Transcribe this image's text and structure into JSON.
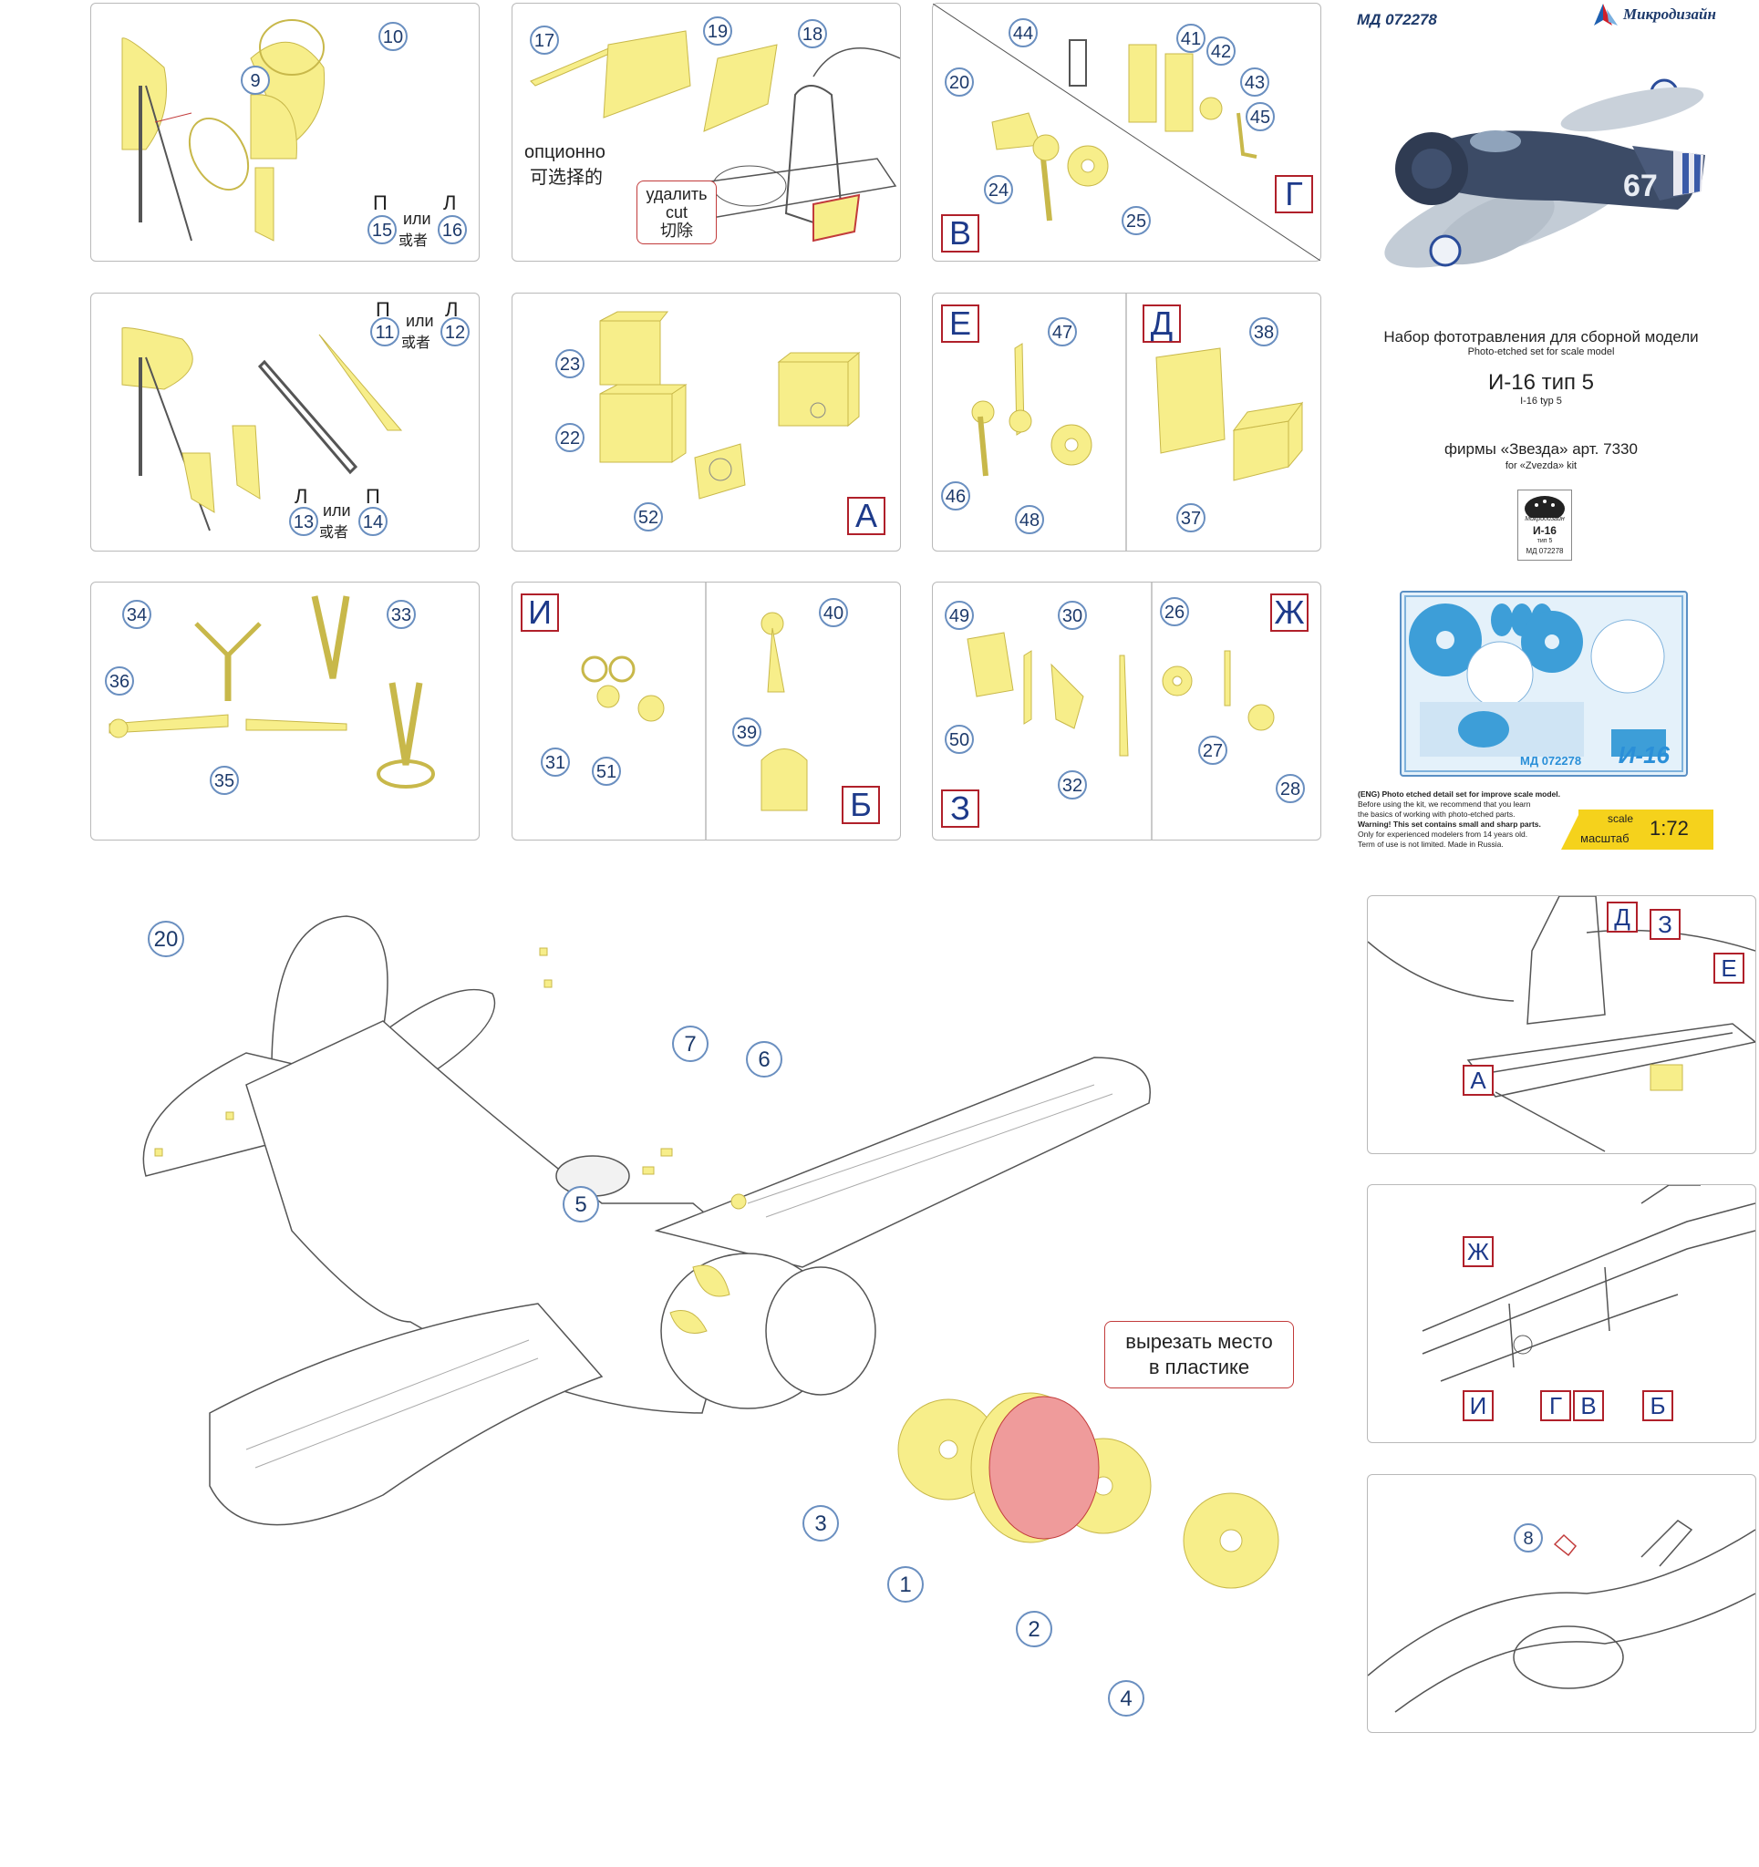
{
  "header": {
    "article": "МД 072278",
    "brand": "Микродизайн"
  },
  "product": {
    "title_ru": "Набор фототравления для сборной модели",
    "title_en": "Photo-etched set for scale model",
    "model_ru": "И-16 тип 5",
    "model_en": "I-16 typ 5",
    "kit_ru": "фирмы «Звезда» арт. 7330",
    "kit_en": "for «Zvezda» kit",
    "badge_brand": "Микродизайн",
    "badge_model": "И-16",
    "badge_type": "тип 5",
    "badge_article": "МД 072278",
    "sheet_label": "И-16",
    "sheet_article": "МД 072278",
    "disclaimer_lines": [
      "(ENG) Photo etched detail set for improve scale model.",
      "Before using the kit, we recommend that you learn",
      "the basics of working with photo-etched parts.",
      "Warning! This set contains small and sharp parts.",
      "Only for experienced modelers from 14 years old.",
      "Term of use is not limited. Made in Russia."
    ],
    "scale_label_en": "scale",
    "scale_label_ru": "масштаб",
    "scale_value": "1:72",
    "photo_marking": "67"
  },
  "panels": {
    "p1": {
      "callouts": [
        "9",
        "10",
        "15",
        "16"
      ],
      "right": "П",
      "or": "или",
      "left": "Л",
      "or_cn": "或者"
    },
    "p2": {
      "callouts": [
        "17",
        "19",
        "18"
      ],
      "optional_ru": "опционно",
      "optional_cn": "可选择的",
      "cut_ru": "удалить",
      "cut_en": "cut",
      "cut_cn": "切除"
    },
    "p3": {
      "callouts": [
        "44",
        "41",
        "42",
        "43",
        "45",
        "20",
        "24",
        "25"
      ],
      "letters": [
        "В",
        "Г"
      ]
    },
    "p4": {
      "callouts": [
        "11",
        "12",
        "13",
        "14"
      ],
      "right1": "П",
      "left1": "Л",
      "left2": "Л",
      "right2": "П",
      "or": "или",
      "or_cn": "或者"
    },
    "p5": {
      "callouts": [
        "23",
        "22",
        "52"
      ],
      "letter": "А"
    },
    "p6": {
      "callouts": [
        "47",
        "46",
        "48",
        "38",
        "37"
      ],
      "letters": [
        "Е",
        "Д"
      ]
    },
    "p7": {
      "callouts": [
        "34",
        "33",
        "36",
        "35"
      ]
    },
    "p8": {
      "callouts": [
        "31",
        "51",
        "40",
        "39"
      ],
      "letters": [
        "И",
        "Б"
      ]
    },
    "p9": {
      "callouts": [
        "49",
        "30",
        "50",
        "32",
        "26",
        "27",
        "28"
      ],
      "letters": [
        "З",
        "Ж"
      ]
    }
  },
  "main": {
    "callouts": [
      "20",
      "7",
      "6",
      "5",
      "3",
      "1",
      "2",
      "4"
    ],
    "cut_note_line1": "вырезать место",
    "cut_note_line2": "в пластике"
  },
  "details": {
    "d1_letters": [
      "Д",
      "З",
      "Е",
      "А"
    ],
    "d2_letters": [
      "Ж",
      "И",
      "Г",
      "В",
      "Б"
    ],
    "d3_callouts": [
      "8"
    ]
  },
  "colors": {
    "part_fill": "#f7ee8a",
    "part_stroke": "#c8b84a",
    "callout_border": "#6a8fc0",
    "letter_border": "#b0202a",
    "letter_text": "#1d3a8a",
    "cut_area": "#ef9b9b",
    "scale_bar": "#f5d21c"
  }
}
